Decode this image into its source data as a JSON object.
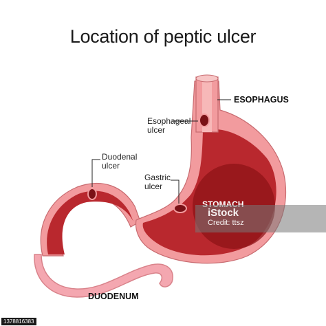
{
  "title": "Location of peptic ulcer",
  "labels": {
    "esophagus": "ESOPHAGUS",
    "esophageal_ulcer": [
      "Esophageal",
      "ulcer"
    ],
    "duodenal_ulcer": [
      "Duodenal",
      "ulcer"
    ],
    "gastric_ulcer": [
      "Gastric",
      "ulcer"
    ],
    "stomach": "STOMACH",
    "duodenum": "DUODENUM"
  },
  "watermark": {
    "brand": "iStock",
    "credit": "Credit: ttsz"
  },
  "stock_id": "1378816383",
  "colors": {
    "outer_tissue": "#f29b9e",
    "mucosa": "#b9282e",
    "deep_red": "#8f1317",
    "outline": "#7a1a1c",
    "lumen_pink": "#f7b8b8"
  }
}
